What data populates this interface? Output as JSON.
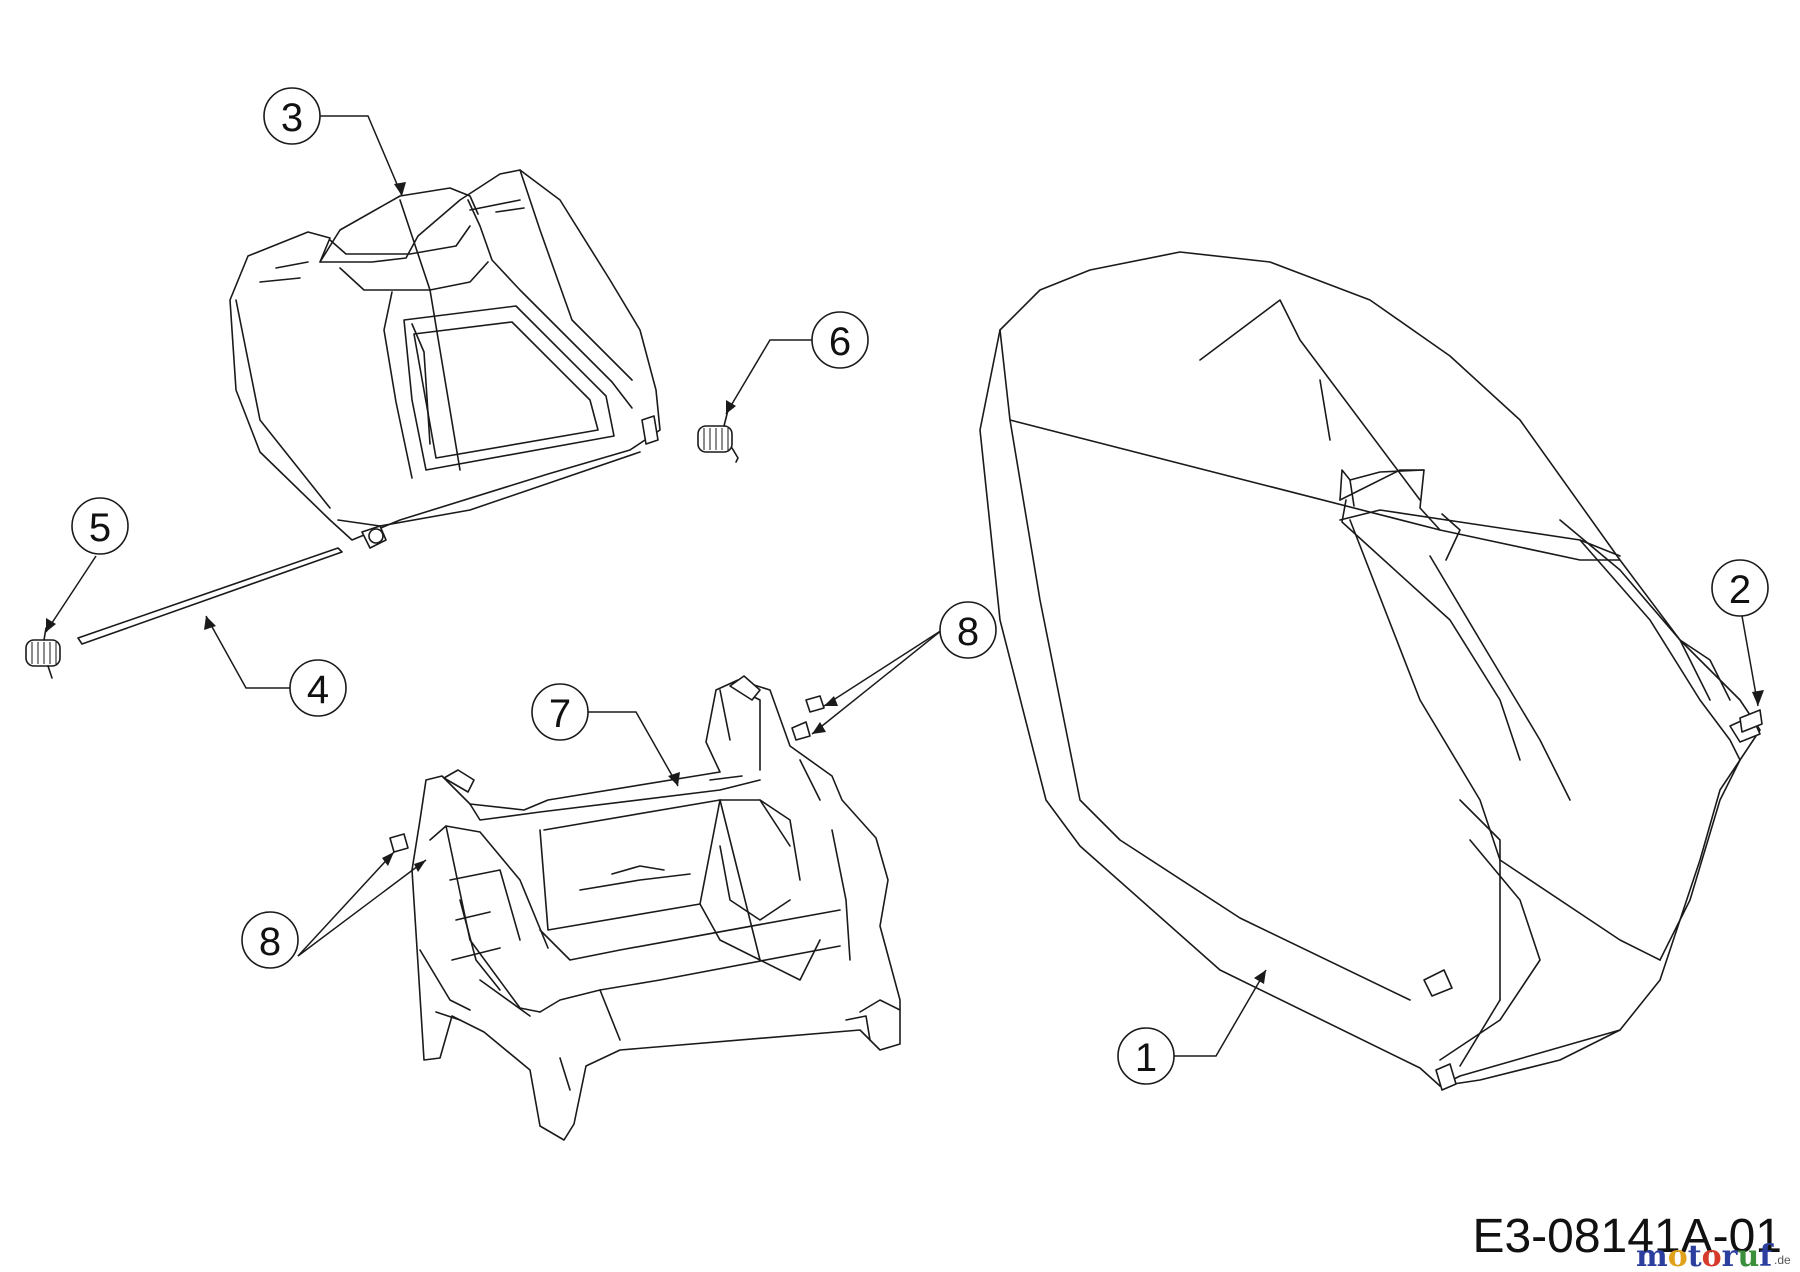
{
  "callouts": {
    "c1": "1",
    "c2": "2",
    "c3": "3",
    "c4": "4",
    "c5": "5",
    "c6": "6",
    "c7": "7",
    "c8a": "8",
    "c8b": "8"
  },
  "drawing_code": "E3-08141A-01",
  "watermark": {
    "m1": "m",
    "o1": "o",
    "t": "t",
    "o2": "o",
    "r": "r",
    "u": "u",
    "f": "f",
    "suffix": ".de",
    "colors": [
      "#2d3f9e",
      "#e0a21b",
      "#2d3f9e",
      "#d63a2a",
      "#2d3f9e",
      "#3a8f3a",
      "#2d3f9e"
    ]
  }
}
